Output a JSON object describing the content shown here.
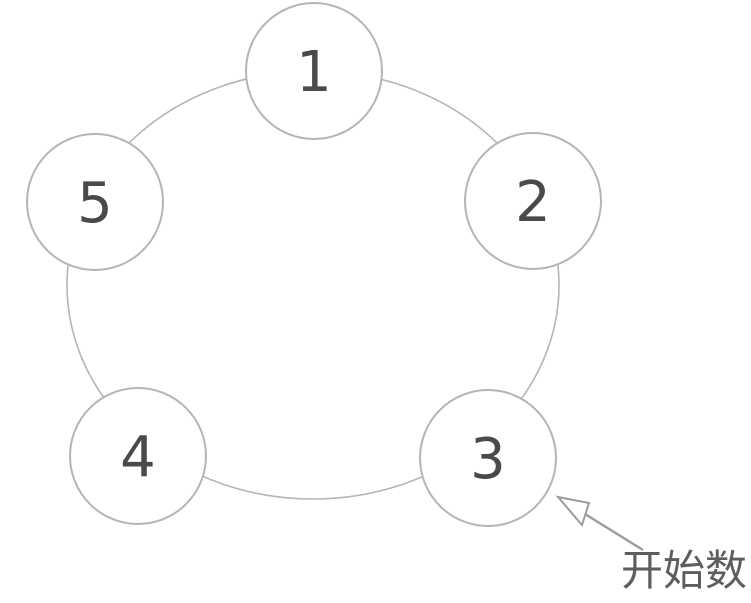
{
  "figure": {
    "nodes": [
      {
        "label": "1",
        "position": "top"
      },
      {
        "label": "2",
        "position": "upper-right"
      },
      {
        "label": "3",
        "position": "lower-right"
      },
      {
        "label": "4",
        "position": "lower-left"
      },
      {
        "label": "5",
        "position": "upper-left"
      }
    ],
    "annotation": {
      "label": "开始数",
      "points_to_node": "3"
    },
    "colors": {
      "outline": "#b5b5b5",
      "number": "#4a4a4a",
      "arrow": "#9c9c9c",
      "annotation_text": "#5e5e5e",
      "background": "#ffffff"
    }
  }
}
